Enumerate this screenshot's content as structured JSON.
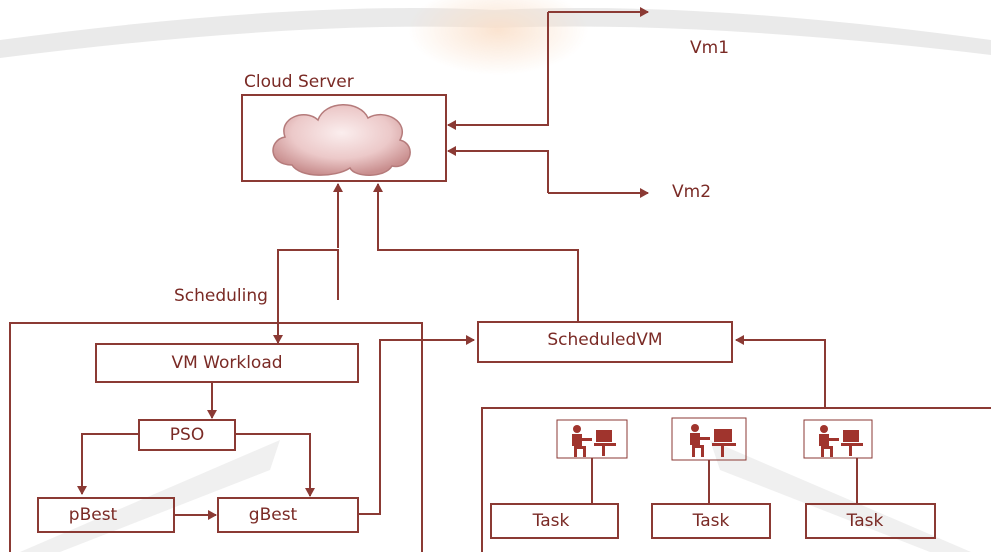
{
  "diagram": {
    "cloud_server_label": "Cloud Server",
    "vm1_label": "Vm1",
    "vm2_label": "Vm2",
    "scheduling_label": "Scheduling",
    "vm_workload_label": "VM Workload",
    "pso_label": "PSO",
    "pbest_label": "pBest",
    "gbest_label": "gBest",
    "scheduled_vm_label": "ScheduledVM",
    "task_labels": [
      "Task",
      "Task",
      "Task"
    ],
    "colors": {
      "line": "#8b3a34",
      "text": "#7a2a25",
      "cloud_fill": "#e9c6c6",
      "watermark": "#d8d8d8",
      "watermark_accent": "#f4c9a6"
    },
    "icons": [
      "cloud-icon",
      "person-at-computer-icon"
    ]
  }
}
